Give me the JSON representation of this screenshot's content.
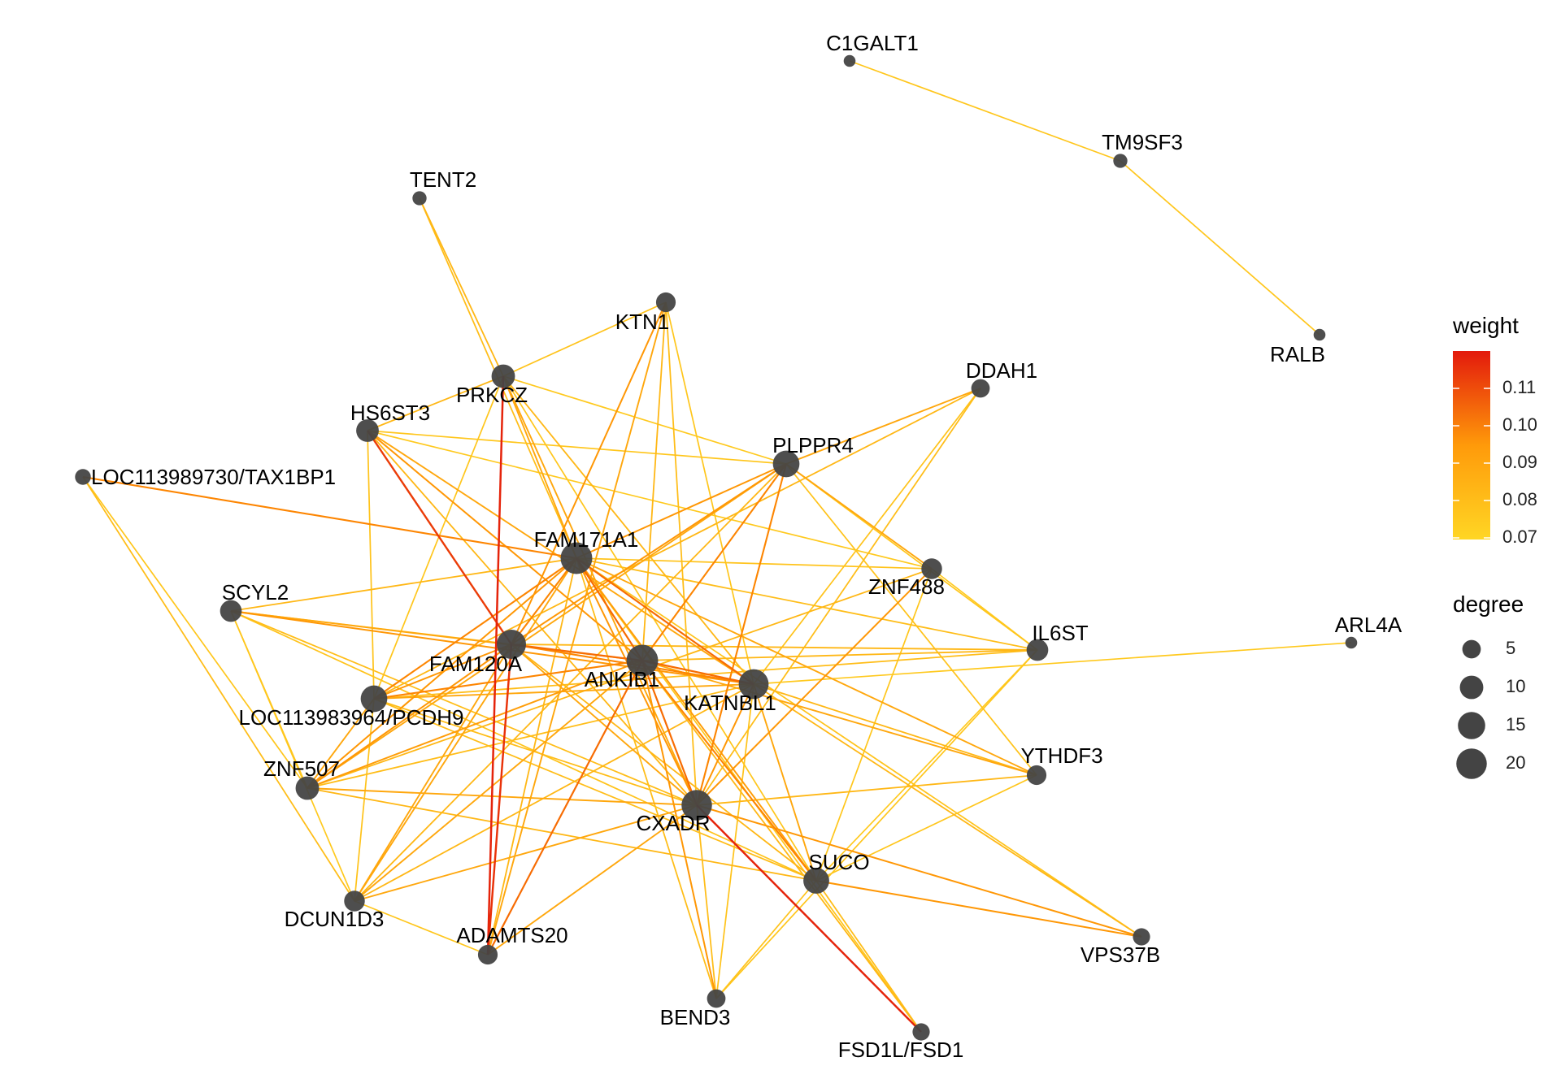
{
  "nodes": [
    {
      "id": "C1GALT1",
      "label": "C1GALT1",
      "degree": 1
    },
    {
      "id": "TM9SF3",
      "label": "TM9SF3",
      "degree": 2
    },
    {
      "id": "RALB",
      "label": "RALB",
      "degree": 1
    },
    {
      "id": "TENT2",
      "label": "TENT2",
      "degree": 2
    },
    {
      "id": "KTN1",
      "label": "KTN1",
      "degree": 6
    },
    {
      "id": "PRKCZ",
      "label": "PRKCZ",
      "degree": 10
    },
    {
      "id": "DDAH1",
      "label": "DDAH1",
      "degree": 5
    },
    {
      "id": "HS6ST3",
      "label": "HS6ST3",
      "degree": 9
    },
    {
      "id": "PLPPR4",
      "label": "PLPPR4",
      "degree": 14
    },
    {
      "id": "LOC113989730/TAX1BP1",
      "label": "LOC113989730/TAX1BP1",
      "degree": 3
    },
    {
      "id": "FAM171A1",
      "label": "FAM171A1",
      "degree": 22
    },
    {
      "id": "SCYL2",
      "label": "SCYL2",
      "degree": 8
    },
    {
      "id": "ZNF488",
      "label": "ZNF488",
      "degree": 7
    },
    {
      "id": "IL6ST",
      "label": "IL6ST",
      "degree": 8
    },
    {
      "id": "ARL4A",
      "label": "ARL4A",
      "degree": 1
    },
    {
      "id": "FAM120A",
      "label": "FAM120A",
      "degree": 18
    },
    {
      "id": "ANKIB1",
      "label": "ANKIB1",
      "degree": 22
    },
    {
      "id": "KATNBL1",
      "label": "KATNBL1",
      "degree": 19
    },
    {
      "id": "LOC113983964/PCDH9",
      "label": "LOC113983964/PCDH9",
      "degree": 14
    },
    {
      "id": "YTHDF3",
      "label": "YTHDF3",
      "degree": 6
    },
    {
      "id": "ZNF507",
      "label": "ZNF507",
      "degree": 10
    },
    {
      "id": "CXADR",
      "label": "CXADR",
      "degree": 20
    },
    {
      "id": "SUCO",
      "label": "SUCO",
      "degree": 13
    },
    {
      "id": "DCUN1D3",
      "label": "DCUN1D3",
      "degree": 7
    },
    {
      "id": "ADAMTS20",
      "label": "ADAMTS20",
      "degree": 6
    },
    {
      "id": "VPS37B",
      "label": "VPS37B",
      "degree": 4
    },
    {
      "id": "BEND3",
      "label": "BEND3",
      "degree": 5
    },
    {
      "id": "FSD1L/FSD1",
      "label": "FSD1L/FSD1",
      "degree": 4
    }
  ],
  "edges": [
    [
      "C1GALT1",
      "TM9SF3",
      0.075
    ],
    [
      "TM9SF3",
      "RALB",
      0.075
    ],
    [
      "TENT2",
      "PRKCZ",
      0.08
    ],
    [
      "TENT2",
      "FAM171A1",
      0.078
    ],
    [
      "KTN1",
      "PRKCZ",
      0.076
    ],
    [
      "KTN1",
      "FAM120A",
      0.09
    ],
    [
      "KTN1",
      "ADAMTS20",
      0.085
    ],
    [
      "KTN1",
      "KATNBL1",
      0.075
    ],
    [
      "KTN1",
      "ANKIB1",
      0.08
    ],
    [
      "KTN1",
      "CXADR",
      0.078
    ],
    [
      "PRKCZ",
      "HS6ST3",
      0.08
    ],
    [
      "PRKCZ",
      "PLPPR4",
      0.074
    ],
    [
      "PRKCZ",
      "ADAMTS20",
      0.115
    ],
    [
      "PRKCZ",
      "KATNBL1",
      0.08
    ],
    [
      "PRKCZ",
      "CXADR",
      0.085
    ],
    [
      "PRKCZ",
      "LOC113983964/PCDH9",
      0.075
    ],
    [
      "PRKCZ",
      "SUCO",
      0.075
    ],
    [
      "PRKCZ",
      "FAM171A1",
      0.085
    ],
    [
      "DDAH1",
      "PLPPR4",
      0.085
    ],
    [
      "DDAH1",
      "CXADR",
      0.078
    ],
    [
      "DDAH1",
      "KATNBL1",
      0.076
    ],
    [
      "DDAH1",
      "LOC113983964/PCDH9",
      0.08
    ],
    [
      "HS6ST3",
      "FAM120A",
      0.11
    ],
    [
      "HS6ST3",
      "PLPPR4",
      0.075
    ],
    [
      "HS6ST3",
      "LOC113983964/PCDH9",
      0.076
    ],
    [
      "HS6ST3",
      "ANKIB1",
      0.09
    ],
    [
      "HS6ST3",
      "KATNBL1",
      0.085
    ],
    [
      "HS6ST3",
      "ZNF488",
      0.074
    ],
    [
      "HS6ST3",
      "CXADR",
      0.08
    ],
    [
      "PLPPR4",
      "FAM171A1",
      0.09
    ],
    [
      "PLPPR4",
      "ZNF488",
      0.085
    ],
    [
      "PLPPR4",
      "ANKIB1",
      0.095
    ],
    [
      "PLPPR4",
      "CXADR",
      0.095
    ],
    [
      "PLPPR4",
      "FAM120A",
      0.09
    ],
    [
      "PLPPR4",
      "IL6ST",
      0.075
    ],
    [
      "PLPPR4",
      "DCUN1D3",
      0.08
    ],
    [
      "PLPPR4",
      "YTHDF3",
      0.076
    ],
    [
      "PLPPR4",
      "ZNF507",
      0.085
    ],
    [
      "LOC113989730/TAX1BP1",
      "FAM171A1",
      0.095
    ],
    [
      "LOC113989730/TAX1BP1",
      "ZNF507",
      0.075
    ],
    [
      "LOC113989730/TAX1BP1",
      "DCUN1D3",
      0.078
    ],
    [
      "FAM171A1",
      "SCYL2",
      0.08
    ],
    [
      "FAM171A1",
      "ZNF488",
      0.076
    ],
    [
      "FAM171A1",
      "IL6ST",
      0.078
    ],
    [
      "FAM171A1",
      "FAM120A",
      0.095
    ],
    [
      "FAM171A1",
      "ANKIB1",
      0.1
    ],
    [
      "FAM171A1",
      "KATNBL1",
      0.1
    ],
    [
      "FAM171A1",
      "LOC113983964/PCDH9",
      0.095
    ],
    [
      "FAM171A1",
      "ZNF507",
      0.09
    ],
    [
      "FAM171A1",
      "CXADR",
      0.09
    ],
    [
      "FAM171A1",
      "SUCO",
      0.088
    ],
    [
      "FAM171A1",
      "DCUN1D3",
      0.085
    ],
    [
      "FAM171A1",
      "ADAMTS20",
      0.08
    ],
    [
      "FAM171A1",
      "BEND3",
      0.078
    ],
    [
      "FAM171A1",
      "YTHDF3",
      0.085
    ],
    [
      "FAM171A1",
      "VPS37B",
      0.076
    ],
    [
      "FAM171A1",
      "FSD1L/FSD1",
      0.075
    ],
    [
      "SCYL2",
      "FAM120A",
      0.078
    ],
    [
      "SCYL2",
      "ANKIB1",
      0.085
    ],
    [
      "SCYL2",
      "KATNBL1",
      0.09
    ],
    [
      "SCYL2",
      "CXADR",
      0.078
    ],
    [
      "SCYL2",
      "SUCO",
      0.076
    ],
    [
      "SCYL2",
      "ZNF507",
      0.075
    ],
    [
      "SCYL2",
      "DCUN1D3",
      0.074
    ],
    [
      "ZNF488",
      "ZNF507",
      0.08
    ],
    [
      "ZNF488",
      "CXADR",
      0.09
    ],
    [
      "ZNF488",
      "IL6ST",
      0.074
    ],
    [
      "ZNF488",
      "SUCO",
      0.075
    ],
    [
      "IL6ST",
      "FAM120A",
      0.08
    ],
    [
      "IL6ST",
      "LOC113983964/PCDH9",
      0.078
    ],
    [
      "IL6ST",
      "ANKIB1",
      0.08
    ],
    [
      "IL6ST",
      "BEND3",
      0.075
    ],
    [
      "IL6ST",
      "SUCO",
      0.074
    ],
    [
      "ARL4A",
      "KATNBL1",
      0.074
    ],
    [
      "FAM120A",
      "ANKIB1",
      0.1
    ],
    [
      "FAM120A",
      "KATNBL1",
      0.095
    ],
    [
      "FAM120A",
      "LOC113983964/PCDH9",
      0.09
    ],
    [
      "FAM120A",
      "ZNF507",
      0.09
    ],
    [
      "FAM120A",
      "ADAMTS20",
      0.112
    ],
    [
      "FAM120A",
      "CXADR",
      0.085
    ],
    [
      "FAM120A",
      "SUCO",
      0.08
    ],
    [
      "FAM120A",
      "DCUN1D3",
      0.085
    ],
    [
      "ANKIB1",
      "KATNBL1",
      0.1
    ],
    [
      "ANKIB1",
      "LOC113983964/PCDH9",
      0.095
    ],
    [
      "ANKIB1",
      "CXADR",
      0.1
    ],
    [
      "ANKIB1",
      "SUCO",
      0.095
    ],
    [
      "ANKIB1",
      "BEND3",
      0.09
    ],
    [
      "ANKIB1",
      "ADAMTS20",
      0.1
    ],
    [
      "ANKIB1",
      "ZNF507",
      0.088
    ],
    [
      "ANKIB1",
      "YTHDF3",
      0.085
    ],
    [
      "ANKIB1",
      "FSD1L/FSD1",
      0.08
    ],
    [
      "ANKIB1",
      "DCUN1D3",
      0.085
    ],
    [
      "KATNBL1",
      "LOC113983964/PCDH9",
      0.085
    ],
    [
      "KATNBL1",
      "CXADR",
      0.09
    ],
    [
      "KATNBL1",
      "SUCO",
      0.085
    ],
    [
      "KATNBL1",
      "VPS37B",
      0.08
    ],
    [
      "KATNBL1",
      "YTHDF3",
      0.08
    ],
    [
      "KATNBL1",
      "BEND3",
      0.076
    ],
    [
      "KATNBL1",
      "ZNF507",
      0.078
    ],
    [
      "KATNBL1",
      "DCUN1D3",
      0.08
    ],
    [
      "LOC113983964/PCDH9",
      "CXADR",
      0.078
    ],
    [
      "LOC113983964/PCDH9",
      "ZNF507",
      0.085
    ],
    [
      "LOC113983964/PCDH9",
      "SUCO",
      0.078
    ],
    [
      "LOC113983964/PCDH9",
      "DCUN1D3",
      0.076
    ],
    [
      "YTHDF3",
      "CXADR",
      0.08
    ],
    [
      "YTHDF3",
      "SUCO",
      0.075
    ],
    [
      "ZNF507",
      "CXADR",
      0.085
    ],
    [
      "ZNF507",
      "SUCO",
      0.08
    ],
    [
      "CXADR",
      "BEND3",
      0.078
    ],
    [
      "CXADR",
      "FSD1L/FSD1",
      0.115
    ],
    [
      "CXADR",
      "VPS37B",
      0.09
    ],
    [
      "CXADR",
      "DCUN1D3",
      0.085
    ],
    [
      "CXADR",
      "ADAMTS20",
      0.085
    ],
    [
      "SUCO",
      "BEND3",
      0.076
    ],
    [
      "SUCO",
      "FSD1L/FSD1",
      0.078
    ],
    [
      "SUCO",
      "VPS37B",
      0.09
    ],
    [
      "DCUN1D3",
      "ADAMTS20",
      0.075
    ]
  ],
  "legend": {
    "weight": {
      "title": "weight",
      "ticks": [
        "0.11",
        "0.10",
        "0.09",
        "0.08",
        "0.07"
      ],
      "range": [
        0.07,
        0.117
      ],
      "low_color": "#ffd624",
      "mid_color": "#ff8c00",
      "high_color": "#e31a0c"
    },
    "degree": {
      "title": "degree",
      "ticks": [
        "5",
        "10",
        "15",
        "20"
      ]
    }
  },
  "colors": {
    "node_fill": "#444444",
    "label_text": "#000000"
  }
}
